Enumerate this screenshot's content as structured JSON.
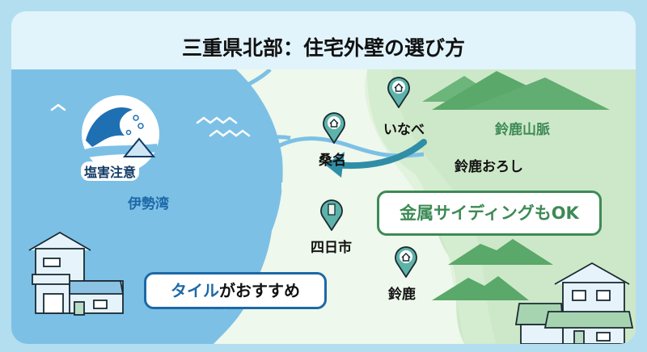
{
  "title": "三重県北部：住宅外壁の選び方",
  "map": {
    "sea": {
      "label": "伊勢湾",
      "color": "#7dc0e6"
    },
    "warning_badge": {
      "icon": "wave-salt-icon",
      "label": "塩害注意"
    },
    "mountains": {
      "label": "鈴鹿山脈",
      "color": "#5aa86a"
    },
    "wind": {
      "label": "鈴鹿おろし",
      "arrow_color": "#2f8ea6"
    },
    "cities": [
      {
        "name": "いなべ",
        "icon": "house-icon"
      },
      {
        "name": "桑名",
        "icon": "house-icon"
      },
      {
        "name": "四日市",
        "icon": "building-icon"
      },
      {
        "name": "鈴鹿",
        "icon": "house-icon"
      }
    ]
  },
  "callouts": {
    "inland": {
      "text": "金属サイディングもOK",
      "color": "#3d8a55"
    },
    "coastal": {
      "highlight": "タイル",
      "rest": "がおすすめ",
      "color": "#1c69a8"
    }
  }
}
